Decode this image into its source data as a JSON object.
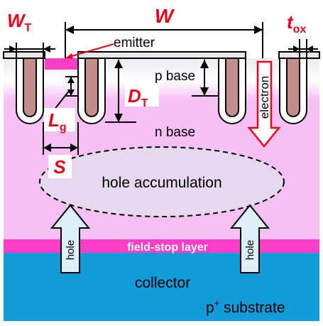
{
  "labels": {
    "wt_main": "W",
    "wt_sub": "T",
    "w": "W",
    "tox_main": "t",
    "tox_sub": "ox",
    "emitter": "emitter",
    "p_base": "p base",
    "dt_main": "D",
    "dt_sub": "T",
    "lg_main": "L",
    "lg_sub": "g",
    "n_base": "n base",
    "electron": "electron",
    "s": "S",
    "hole_accumulation": "hole accumulation",
    "hole_left": "hole",
    "hole_right": "hole",
    "field_stop": "field-stop layer",
    "collector": "collector",
    "substrate_p": "p",
    "substrate_sup": "+",
    "substrate_rest": " substrate"
  },
  "colors": {
    "n_base": "#f7c0f3",
    "p_base": "#ffffff",
    "field_stop": "#ff3ec8",
    "collector": "#129ad9",
    "emitter_metal": "#e8e8e8",
    "n_plus": "#ff3ec8",
    "trench_poly": "#c48d8d",
    "hole_ellipse": "#e6d8ee",
    "accent_red": "#e8001c",
    "arrow_blue": "#dceef8"
  }
}
